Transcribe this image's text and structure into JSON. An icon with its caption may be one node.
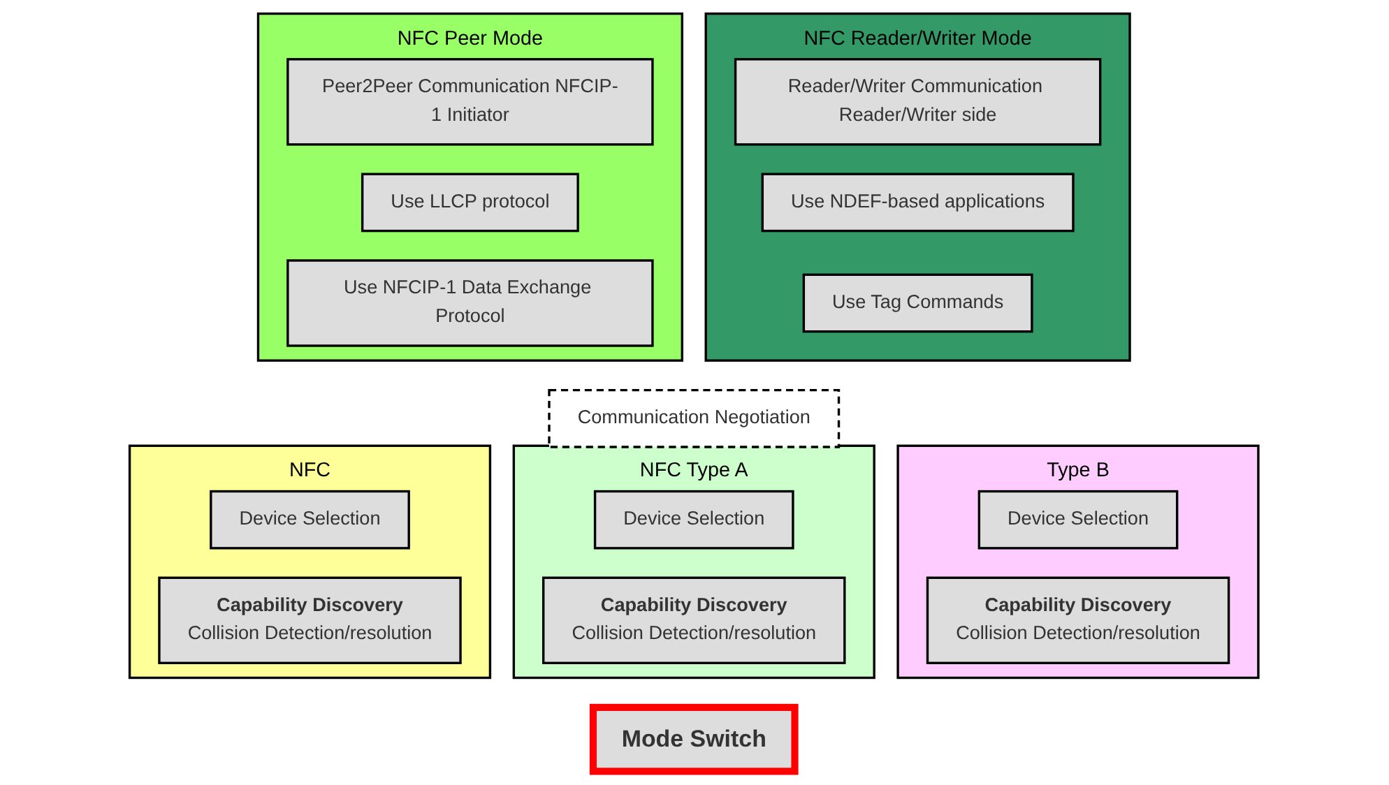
{
  "diagram": {
    "nodes": [
      {
        "text": [
          "NFC Peer Mode"
        ]
      },
      {
        "text": [
          "Peer2Peer Communication NFCIP-1 Initiator"
        ],
        "in": 0
      },
      {
        "text": [
          "Use LLCP protocol"
        ],
        "in": 0
      },
      {
        "text": [
          "Use NFCIP-1 Data Exchange Protocol"
        ],
        "in": 0
      },
      {
        "text": [
          "NFC Reader/Writer Mode"
        ]
      },
      {
        "text": [
          "Reader/Writer Communication Reader/Writer side"
        ],
        "in": 4
      },
      {
        "text": [
          "Use NDEF-based applications"
        ],
        "in": 4
      },
      {
        "text": [
          "Use Tag Commands"
        ],
        "in": 4
      },
      {
        "text": [
          "Communication Negotiation"
        ]
      },
      {
        "text": [
          "NFC"
        ]
      },
      {
        "text": [
          "Device Selection"
        ],
        "in": 9
      },
      {
        "text": [
          "Capability Discovery",
          "Collision Detection/resolution"
        ],
        "in": 9
      },
      {
        "text": [
          "NFC Type A"
        ]
      },
      {
        "text": [
          "Device Selection"
        ],
        "in": 12
      },
      {
        "text": [
          "Capability Discovery",
          "Collision Detection/resolution"
        ],
        "in": 12
      },
      {
        "text": [
          "Type B"
        ]
      },
      {
        "text": [
          "Device Selection"
        ],
        "in": 15
      },
      {
        "text": [
          "Capability Discovery",
          "Collision Detection/resolution"
        ],
        "in": 15
      },
      {
        "text": [
          "Mode Switch"
        ]
      }
    ]
  }
}
